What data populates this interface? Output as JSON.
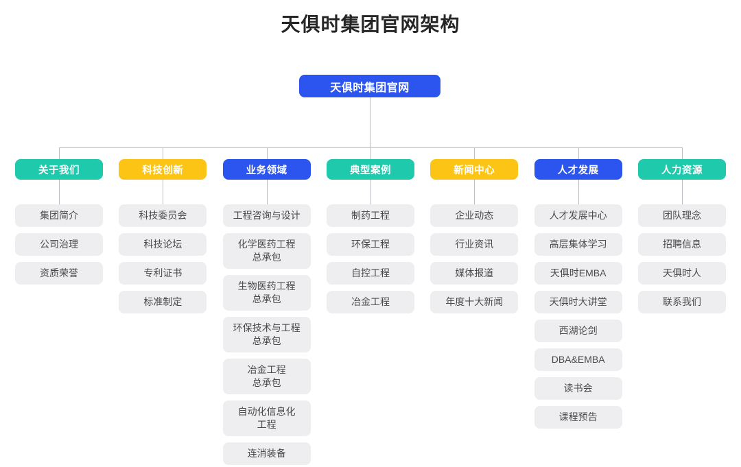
{
  "title": "天俱时集团官网架构",
  "colors": {
    "teal": "#1ec9ac",
    "yellow": "#fcc415",
    "blue": "#2b55ee",
    "leaf_bg": "#eeeef0",
    "leaf_text": "#4a4a4a",
    "line": "#b9bcc2",
    "background": "#ffffff",
    "title_text": "#262626"
  },
  "root": {
    "label": "天俱时集团官网",
    "color": "blue"
  },
  "columns": [
    {
      "header": "关于我们",
      "color": "teal",
      "items": [
        "集团简介",
        "公司治理",
        "资质荣誉"
      ]
    },
    {
      "header": "科技创新",
      "color": "yellow",
      "items": [
        "科技委员会",
        "科技论坛",
        "专利证书",
        "标准制定"
      ]
    },
    {
      "header": "业务领域",
      "color": "blue",
      "items": [
        "工程咨询与设计",
        "化学医药工程\n总承包",
        "生物医药工程\n总承包",
        "环保技术与工程\n总承包",
        "冶金工程\n总承包",
        "自动化信息化\n工程",
        "连消装备"
      ]
    },
    {
      "header": "典型案例",
      "color": "teal",
      "items": [
        "制药工程",
        "环保工程",
        "自控工程",
        "冶金工程"
      ]
    },
    {
      "header": "新闻中心",
      "color": "yellow",
      "items": [
        "企业动态",
        "行业资讯",
        "媒体报道",
        "年度十大新闻"
      ]
    },
    {
      "header": "人才发展",
      "color": "blue",
      "items": [
        "人才发展中心",
        "高层集体学习",
        "天俱时EMBA",
        "天俱时大讲堂",
        "西湖论剑",
        "DBA&EMBA",
        "读书会",
        "课程预告"
      ]
    },
    {
      "header": "人力资源",
      "color": "teal",
      "items": [
        "团队理念",
        "招聘信息",
        "天俱时人",
        "联系我们"
      ]
    }
  ]
}
